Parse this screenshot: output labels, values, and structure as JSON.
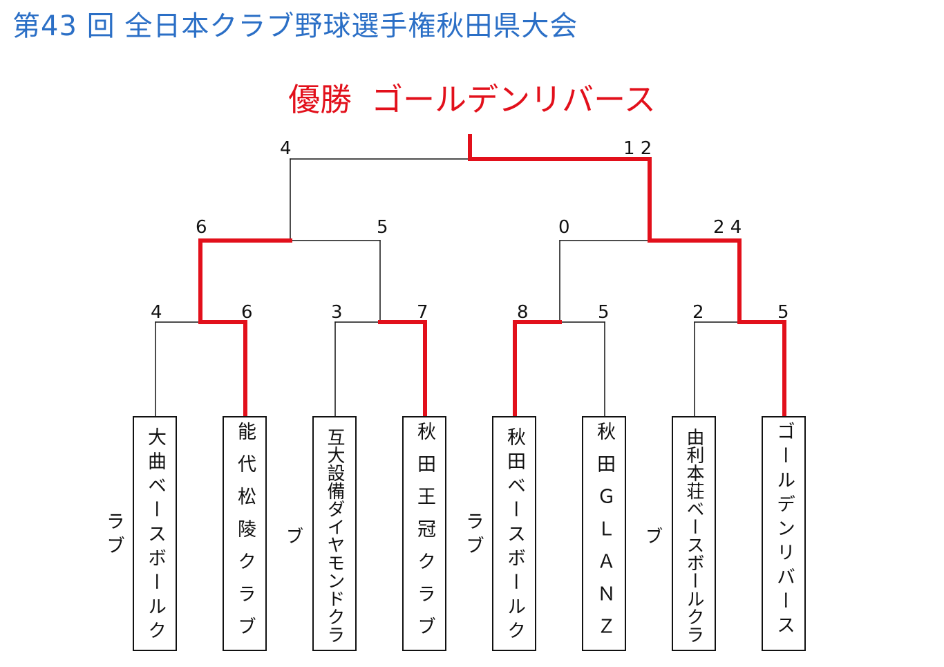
{
  "title": "第43 回  全日本クラブ野球選手権秋田県大会",
  "champion": {
    "label": "優勝",
    "team": "ゴールデンリバース",
    "color": "#e2101b"
  },
  "title_color": "#2b6fc6",
  "teams": [
    "大曲ベースボールクラブ",
    "能代松陵クラブ",
    "互大設備ダイヤモンドクラブ",
    "秋田王冠クラブ",
    "秋田ベースボールクラブ",
    "秋田ＧＬＡＮＺ",
    "由利本荘ベースボールクラブ",
    "ゴールデンリバース"
  ],
  "rounds": {
    "first": [
      {
        "score_left": "4",
        "score_right": "6",
        "winner": "right"
      },
      {
        "score_left": "3",
        "score_right": "7",
        "winner": "right"
      },
      {
        "score_left": "8",
        "score_right": "5",
        "winner": "left"
      },
      {
        "score_left": "2",
        "score_right": "5",
        "winner": "right"
      }
    ],
    "semi": [
      {
        "score_left": "6",
        "score_right": "5",
        "winner": "left"
      },
      {
        "score_left": "0",
        "score_right": "2 4",
        "winner": "right"
      }
    ],
    "final": {
      "score_left": "4",
      "score_right": "1 2",
      "winner": "right"
    }
  }
}
